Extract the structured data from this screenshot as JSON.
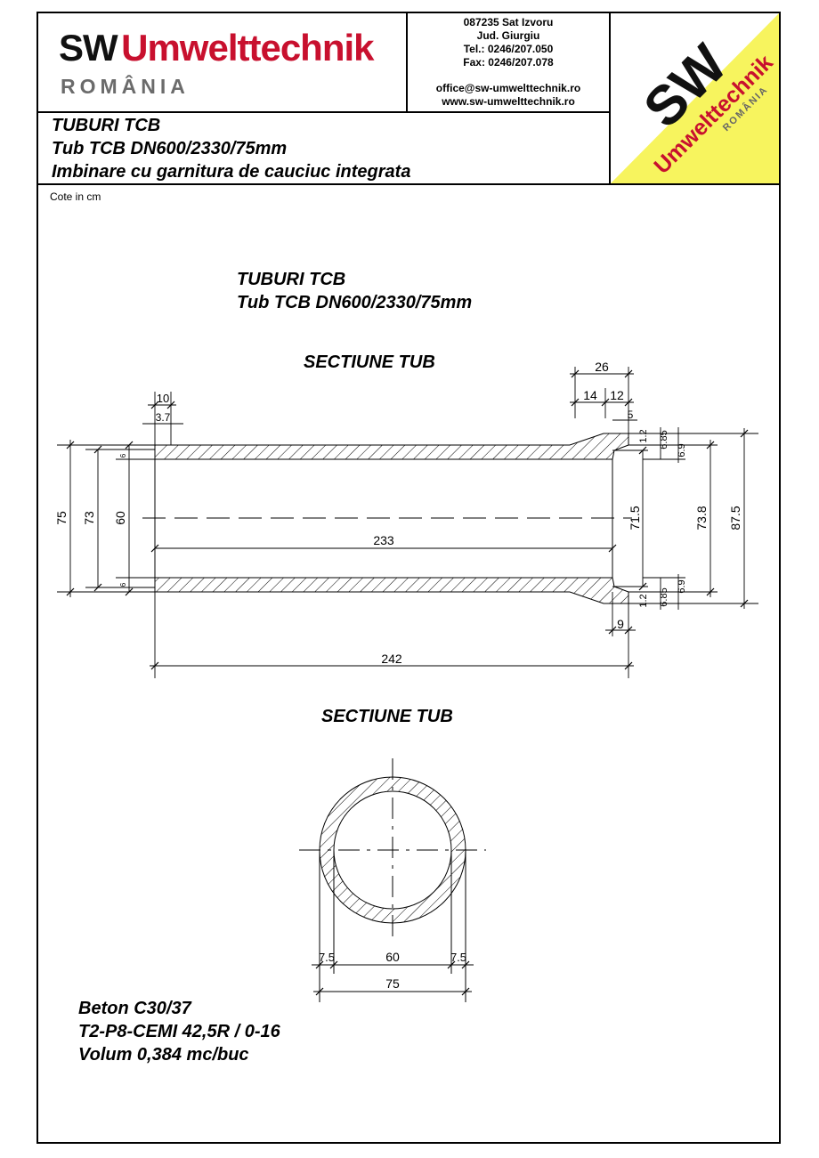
{
  "header": {
    "logo": {
      "brand_dark": "SW",
      "brand_red": "Umwelttechnik",
      "country": "ROMÂNIA"
    },
    "contact": {
      "address": "087235 Sat Izvoru",
      "county": "Jud. Giurgiu",
      "tel": "Tel.: 0246/207.050",
      "fax": "Fax: 0246/207.078",
      "email": "office@sw-umwelttechnik.ro",
      "web": "www.sw-umwelttechnik.ro"
    },
    "corner_logo": {
      "sw": "SW",
      "brand": "Umwelttechnik",
      "country": "ROMÂNIA",
      "bg": "#f7f45e",
      "red": "#c8102e"
    },
    "title_lines": [
      "TUBURI TCB",
      "Tub TCB DN600/2330/75mm",
      "Imbinare cu garnitura de cauciuc integrata"
    ]
  },
  "units_note": "Cote in cm",
  "drawing": {
    "heading_lines": [
      "TUBURI TCB",
      "Tub TCB DN600/2330/75mm"
    ],
    "long_section_title": "SECTIUNE TUB",
    "cross_section_title": "SECTIUNE TUB",
    "dims": {
      "left_outer": "75",
      "left_mid": "73",
      "left_inner": "60",
      "top_10": "10",
      "top_37": "3.7",
      "top_26": "26",
      "top_14": "14",
      "top_12": "12",
      "top_5": "5",
      "wall_left": "6",
      "socket_inner": "71.5",
      "right_738": "73.8",
      "right_875": "87.5",
      "right_12": "1.2",
      "right_685": "6.85",
      "right_69": "6.9",
      "bottom_9": "9",
      "inner_length": "233",
      "total_length": "242",
      "cs_wall_left": "7.5",
      "cs_inner": "60",
      "cs_wall_right": "7.5",
      "cs_outer": "75"
    }
  },
  "spec_lines": [
    "Beton C30/37",
    "T2-P8-CEMI 42,5R / 0-16",
    "Volum 0,384 mc/buc"
  ]
}
